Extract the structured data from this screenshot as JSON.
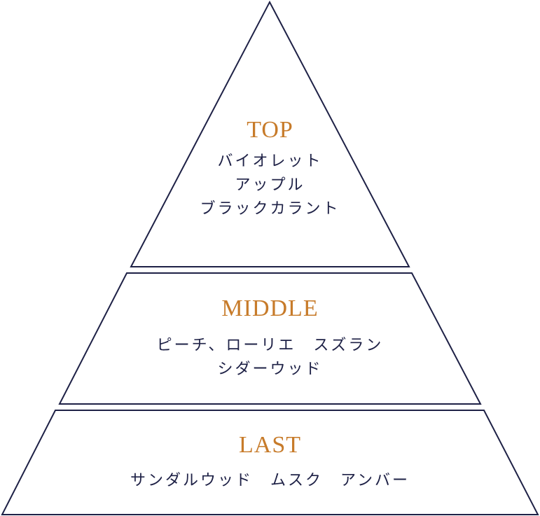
{
  "pyramid": {
    "line_color": "#1e2146",
    "title_color": "#c77b2a",
    "text_color": "#1e2146",
    "tiers": [
      {
        "title": "TOP",
        "notes": [
          "バイオレット",
          "アップル",
          "ブラックカラント"
        ]
      },
      {
        "title": "MIDDLE",
        "notes": [
          "ピーチ、ローリエ　スズラン",
          "シダーウッド"
        ]
      },
      {
        "title": "LAST",
        "notes": [
          "サンダルウッド　ムスク　アンバー"
        ]
      }
    ]
  }
}
